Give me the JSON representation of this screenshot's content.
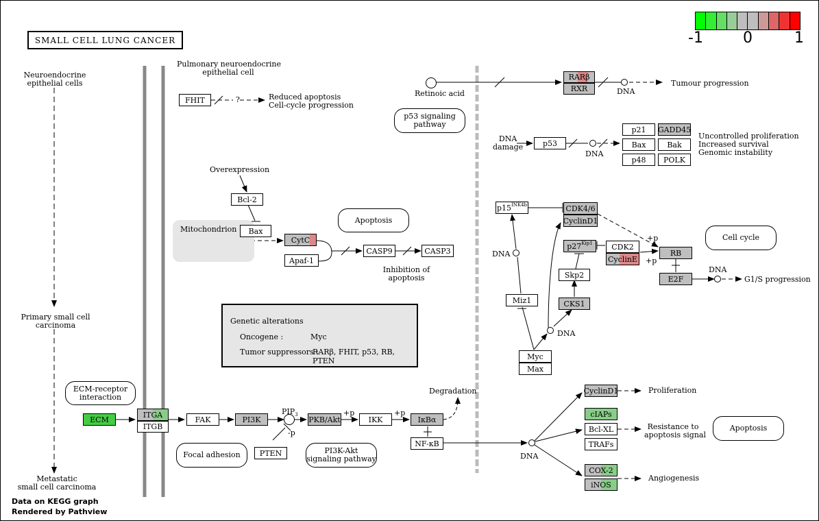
{
  "title": "SMALL CELL LUNG CANCER",
  "legend": {
    "labels": [
      "-1",
      "0",
      "1"
    ],
    "colors": [
      "#00ff00",
      "#33ee33",
      "#66dd66",
      "#99cc99",
      "#bebebe",
      "#bebebe",
      "#cc9999",
      "#dd6666",
      "#ee3333",
      "#ff0000"
    ]
  },
  "footer": {
    "line1": "Data on KEGG graph",
    "line2": "Rendered by  Pathview"
  },
  "cells": {
    "neuroendocrine": "Neuroendocrine\nepithelial cells",
    "primary": "Primary small cell\ncarcinoma",
    "metastatic": "Metastatic\nsmall cell carcinoma",
    "pulmonary": "Pulmonary neuroendocrine\nepithelial cell"
  },
  "genes": {
    "fhit": "FHIT",
    "bcl2": "Bcl-2",
    "bax": "Bax",
    "cytc": "CytC",
    "apaf1": "Apaf-1",
    "casp9": "CASP9",
    "casp3": "CASP3",
    "rarb": "RARβ",
    "rxr": "RXR",
    "p53": "p53",
    "p21": "p21",
    "gadd45": "GADD45",
    "bax2": "Bax",
    "bak": "Bak",
    "p48": "p48",
    "polk": "POLK",
    "p15": "p15",
    "p15sup": "INK4b",
    "cdk46": "CDK4/6",
    "cyclind1_top": "CyclinD1",
    "p27": "p27",
    "p27sup": "Kip1",
    "cdk2": "CDK2",
    "cycline": "CyclinE",
    "rb": "RB",
    "e2f": "E2F",
    "skp2": "Skp2",
    "cks1": "CKS1",
    "miz1": "Miz1",
    "myc": "Myc",
    "max": "Max",
    "ecm": "ECM",
    "itga": "ITGA",
    "itgb": "ITGB",
    "fak": "FAK",
    "pi3k": "PI3K",
    "pkb": "PKB/Akt",
    "ikk": "IKK",
    "ikba": "IκBα",
    "nfkb": "NF-κB",
    "pten": "PTEN",
    "cyclind1": "CyclinD1",
    "ciaps": "cIAPs",
    "bclxl": "Bcl-XL",
    "trafs": "TRAFs",
    "cox2": "COX-2",
    "inos": "iNOS"
  },
  "pathways": {
    "p53": "p53 signaling\npathway",
    "apoptosis1": "Apoptosis",
    "cellcycle": "Cell cycle",
    "ecm_receptor": "ECM-receptor\ninteraction",
    "focal": "Focal adhesion",
    "pi3k_akt": "PI3K-Akt\nsignaling pathway",
    "apoptosis2": "Apoptosis"
  },
  "labels": {
    "reduced_apoptosis": "Reduced apoptosis\nCell-cycle progression",
    "question": "?",
    "overexpression": "Overexpression",
    "mitochondrion": "Mitochondrion",
    "inhibition_apoptosis": "Inhibition of\napoptosis",
    "retinoic_acid": "Retinoic acid",
    "dna_rar": "DNA",
    "tumour_progression": "Tumour progression",
    "dna_damage": "DNA\ndamage",
    "dna_p53": "DNA",
    "uncontrolled": "Uncontrolled proliferation\nIncreased survival\nGenomic instability",
    "dna_p15": "DNA",
    "dna_myc": "DNA",
    "dna_e2f": "DNA",
    "g1s": "G1/S progression",
    "plus_p_1": "+p",
    "plus_p_2": "+p",
    "pip3": "PIP",
    "pip3_sub": "3",
    "minus_p": "-p",
    "plus_p_3": "+p",
    "plus_p_4": "+p",
    "degradation": "Degradation",
    "dna_nfkb": "DNA",
    "proliferation": "Proliferation",
    "resistance": "Resistance to\napoptosis signal",
    "angiogenesis": "Angiogenesis"
  },
  "genetic_box": {
    "title": "Genetic alterations",
    "oncogene_label": "Oncogene :",
    "oncogene_value": "Myc",
    "suppressor_label": "Tumor suppressors :",
    "suppressor_value": "RARβ, FHIT, p53, RB, PTEN"
  },
  "colors": {
    "gene_grey": "#bfbfbf",
    "mild_red": "#dd8888",
    "mild_green": "#88cc88",
    "green": "#44cc44",
    "mito": "#e6e6e6"
  }
}
